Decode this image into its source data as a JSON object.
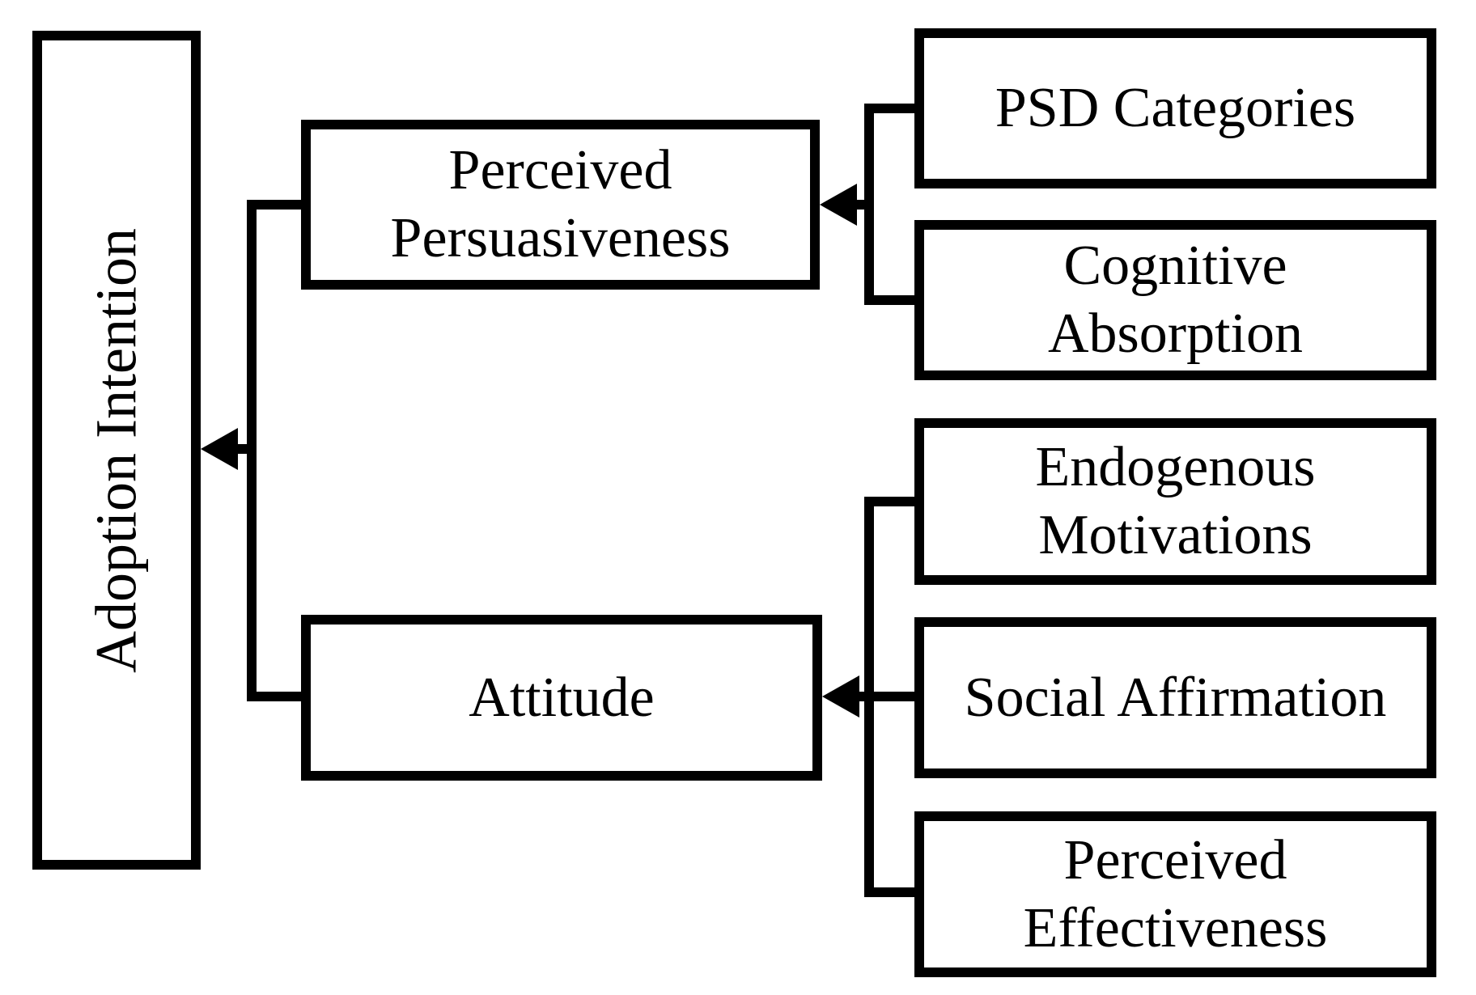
{
  "diagram": {
    "background_color": "#ffffff",
    "line_color": "#000000",
    "boxes": {
      "adoption_intention": {
        "label": "Adoption Intention"
      },
      "perceived_persuasiveness": {
        "lines": [
          "Perceived",
          "Persuasiveness"
        ]
      },
      "attitude": {
        "label": "Attitude"
      },
      "psd_categories": {
        "label": "PSD Categories"
      },
      "cognitive_absorption": {
        "lines": [
          "Cognitive",
          "Absorption"
        ]
      },
      "endogenous_motivations": {
        "lines": [
          "Endogenous",
          "Motivations"
        ]
      },
      "social_affirmation": {
        "label": "Social Affirmation"
      },
      "perceived_effectiveness": {
        "lines": [
          "Perceived",
          "Effectiveness"
        ]
      }
    },
    "edges": [
      {
        "from": "PSD Categories",
        "to": "Perceived Persuasiveness"
      },
      {
        "from": "Cognitive Absorption",
        "to": "Perceived Persuasiveness"
      },
      {
        "from": "Endogenous Motivations",
        "to": "Attitude"
      },
      {
        "from": "Social Affirmation",
        "to": "Attitude"
      },
      {
        "from": "Perceived Effectiveness",
        "to": "Attitude"
      },
      {
        "from": "Perceived Persuasiveness",
        "to": "Adoption Intention"
      },
      {
        "from": "Attitude",
        "to": "Adoption Intention"
      }
    ]
  }
}
